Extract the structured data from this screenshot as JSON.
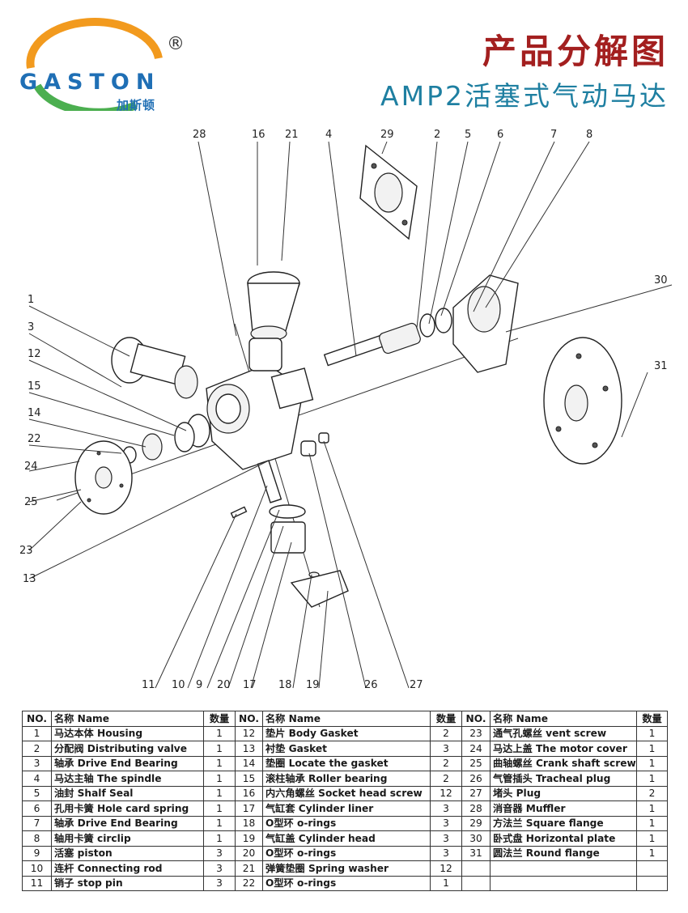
{
  "header": {
    "logo_word": "GASTON",
    "logo_cn": "加斯顿",
    "registered_mark": "®",
    "title": "产品分解图",
    "subtitle": "AMP2活塞式气动马达",
    "colors": {
      "logo_blue": "#1f6fb5",
      "logo_green": "#4caf50",
      "logo_orange": "#f29a1e",
      "title_red": "#a31f1f",
      "subtitle_teal": "#1e7fa1"
    }
  },
  "diagram": {
    "callouts": [
      "28",
      "16",
      "21",
      "4",
      "29",
      "2",
      "5",
      "6",
      "7",
      "8",
      "30",
      "31",
      "1",
      "3",
      "12",
      "15",
      "14",
      "22",
      "24",
      "25",
      "23",
      "13",
      "11",
      "10",
      "9",
      "20",
      "17",
      "18",
      "19",
      "26",
      "27"
    ]
  },
  "table": {
    "headers": {
      "no": "NO.",
      "name": "名称 Name",
      "qty": "数量"
    },
    "rows": [
      [
        {
          "no": "1",
          "name": "马达本体 Housing",
          "qty": "1"
        },
        {
          "no": "12",
          "name": "垫片 Body Gasket",
          "qty": "2"
        },
        {
          "no": "23",
          "name": "通气孔螺丝 vent screw",
          "qty": "1"
        }
      ],
      [
        {
          "no": "2",
          "name": "分配阀 Distributing valve",
          "qty": "1"
        },
        {
          "no": "13",
          "name": "衬垫 Gasket",
          "qty": "3"
        },
        {
          "no": "24",
          "name": "马达上盖 The motor cover",
          "qty": "1"
        }
      ],
      [
        {
          "no": "3",
          "name": " 轴承 Drive End Bearing",
          "qty": "1"
        },
        {
          "no": "14",
          "name": "垫圈 Locate the gasket",
          "qty": "2"
        },
        {
          "no": "25",
          "name": "曲轴螺丝 Crank shaft screw",
          "qty": "1"
        }
      ],
      [
        {
          "no": "4",
          "name": "马达主轴 The spindle",
          "qty": "1"
        },
        {
          "no": "15",
          "name": "滚柱轴承 Roller bearing",
          "qty": "2"
        },
        {
          "no": "26",
          "name": "气管插头 Tracheal plug",
          "qty": "1"
        }
      ],
      [
        {
          "no": "5",
          "name": "油封 Shalf Seal",
          "qty": "1"
        },
        {
          "no": "16",
          "name": "内六角螺丝 Socket head screw",
          "qty": "12"
        },
        {
          "no": "27",
          "name": "堵头 Plug",
          "qty": "2"
        }
      ],
      [
        {
          "no": "6",
          "name": "孔用卡簧 Hole card spring",
          "qty": "1"
        },
        {
          "no": "17",
          "name": "气缸套 Cylinder liner",
          "qty": "3"
        },
        {
          "no": "28",
          "name": "消音器 Muffler",
          "qty": "1"
        }
      ],
      [
        {
          "no": "7",
          "name": "轴承 Drive End Bearing",
          "qty": "1"
        },
        {
          "no": "18",
          "name": "O型环 o-rings",
          "qty": "3"
        },
        {
          "no": "29",
          "name": "方法兰 Square flange",
          "qty": "1"
        }
      ],
      [
        {
          "no": "8",
          "name": "轴用卡簧 circlip",
          "qty": "1"
        },
        {
          "no": "19",
          "name": "气缸盖 Cylinder head",
          "qty": "3"
        },
        {
          "no": "30",
          "name": "卧式盘 Horizontal plate",
          "qty": "1"
        }
      ],
      [
        {
          "no": "9",
          "name": "活塞 piston",
          "qty": "3"
        },
        {
          "no": "20",
          "name": "O型环 o-rings",
          "qty": "3"
        },
        {
          "no": "31",
          "name": "圆法兰 Round flange",
          "qty": "1"
        }
      ],
      [
        {
          "no": "10",
          "name": "连杆 Connecting rod",
          "qty": "3"
        },
        {
          "no": "21",
          "name": "弹簧垫圈 Spring washer",
          "qty": "12"
        },
        {
          "no": "",
          "name": "",
          "qty": ""
        }
      ],
      [
        {
          "no": "11",
          "name": "销子 stop pin",
          "qty": "3"
        },
        {
          "no": "22",
          "name": "O型环 o-rings",
          "qty": "1"
        },
        {
          "no": "",
          "name": "",
          "qty": ""
        }
      ]
    ]
  }
}
